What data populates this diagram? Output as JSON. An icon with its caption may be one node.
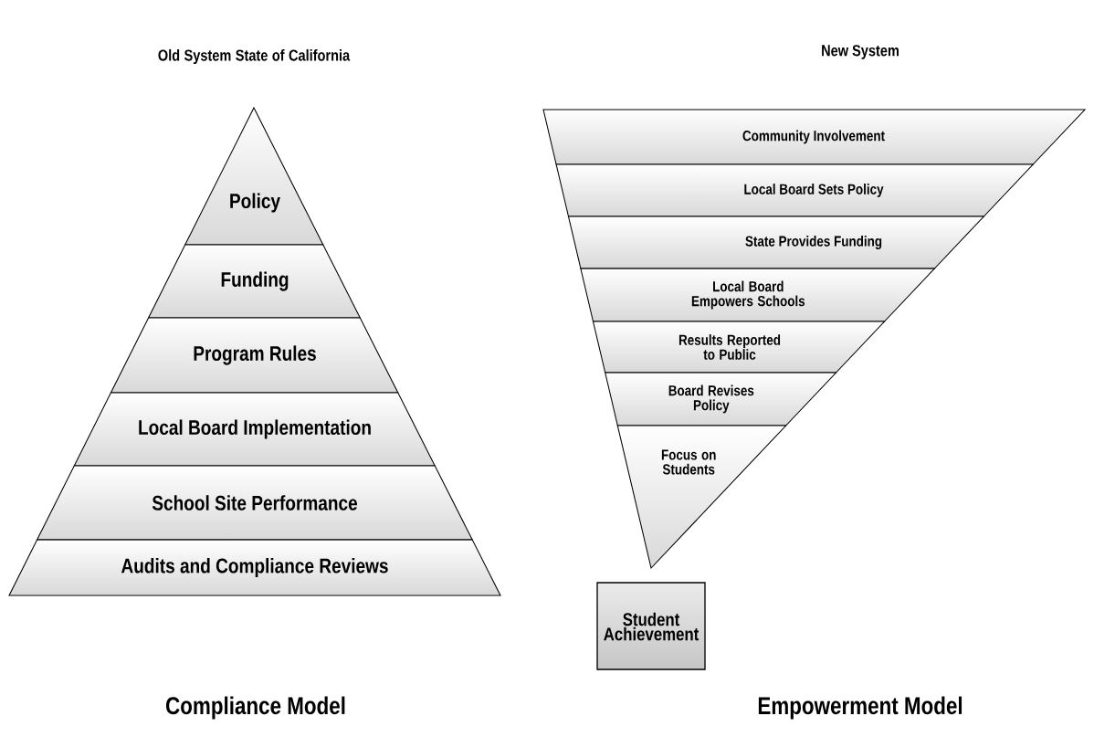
{
  "diagram": {
    "nodes": [
      {
        "text": [
          "Policy"
        ]
      },
      {
        "text": [
          "Funding"
        ]
      },
      {
        "text": [
          "Program Rules"
        ]
      },
      {
        "text": [
          "Local Board Implementation"
        ]
      },
      {
        "text": [
          "School Site Performance"
        ]
      },
      {
        "text": [
          "Audits and Compliance Reviews"
        ]
      },
      {
        "text": [
          "Community Involvement"
        ]
      },
      {
        "text": [
          "Local Board Sets Policy"
        ]
      },
      {
        "text": [
          "State Provides Funding"
        ]
      },
      {
        "text": [
          "Local Board Empowers Schools"
        ]
      },
      {
        "text": [
          "Results Reported to Public"
        ]
      },
      {
        "text": [
          "Board Revises Policy"
        ]
      },
      {
        "text": [
          "Focus on Students"
        ]
      },
      {
        "text": [
          "Student Achievement"
        ]
      }
    ],
    "labels": [
      "Old System State of California",
      "New System",
      "Compliance Model",
      "Empowerment Model"
    ]
  }
}
